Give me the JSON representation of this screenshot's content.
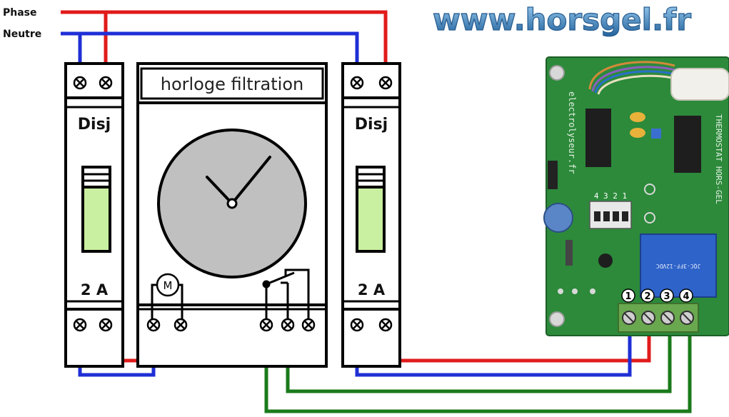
{
  "labels": {
    "phase": "Phase",
    "neutre": "Neutre"
  },
  "website": "www.horsgel.fr",
  "breakers": [
    {
      "name": "Disj",
      "rating": "2 A"
    },
    {
      "name": "Disj",
      "rating": "2 A"
    }
  ],
  "timer": {
    "title": "horloge filtration",
    "motor_label": "M"
  },
  "board": {
    "vertical_text_left": "electrolyseur.fr",
    "vertical_text_right": "THERMOSTAT HORS-GEL",
    "dip_numbers": "4 3 2 1",
    "relay_text": "JQC-3FF-12VDC",
    "terminals": [
      "1",
      "2",
      "3",
      "4"
    ]
  },
  "colors": {
    "phase": "#e01b1b",
    "neutral": "#1f2fd6",
    "control": "#1a7a1a",
    "pcb": "#2c8a3a",
    "terminal_block": "#6aa84f",
    "website": "#2a77b6"
  }
}
